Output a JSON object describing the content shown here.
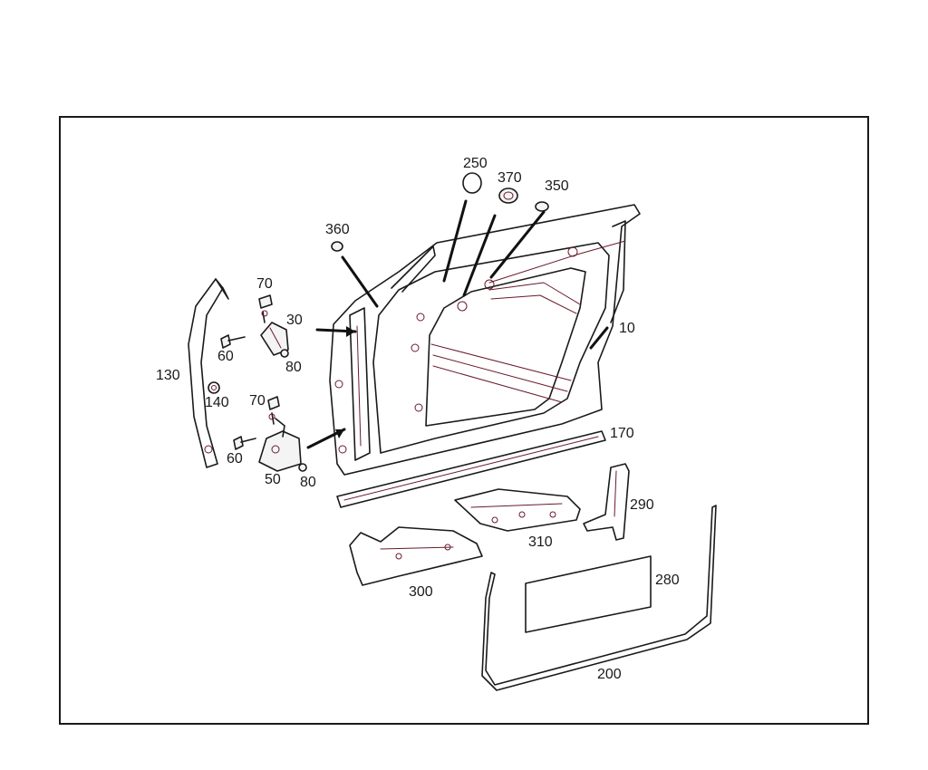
{
  "colors": {
    "line": "#1a1a1a",
    "accent": "#6a1a2a",
    "background": "#ffffff"
  },
  "callouts": [
    {
      "id": "c10",
      "label": "10"
    },
    {
      "id": "c30",
      "label": "30"
    },
    {
      "id": "c50",
      "label": "50"
    },
    {
      "id": "c60a",
      "label": "60"
    },
    {
      "id": "c60b",
      "label": "60"
    },
    {
      "id": "c70a",
      "label": "70"
    },
    {
      "id": "c70b",
      "label": "70"
    },
    {
      "id": "c80a",
      "label": "80"
    },
    {
      "id": "c80b",
      "label": "80"
    },
    {
      "id": "c130",
      "label": "130"
    },
    {
      "id": "c140",
      "label": "140"
    },
    {
      "id": "c170",
      "label": "170"
    },
    {
      "id": "c200",
      "label": "200"
    },
    {
      "id": "c250",
      "label": "250"
    },
    {
      "id": "c280",
      "label": "280"
    },
    {
      "id": "c290",
      "label": "290"
    },
    {
      "id": "c300",
      "label": "300"
    },
    {
      "id": "c310",
      "label": "310"
    },
    {
      "id": "c350",
      "label": "350"
    },
    {
      "id": "c360",
      "label": "360"
    },
    {
      "id": "c370",
      "label": "370"
    }
  ]
}
